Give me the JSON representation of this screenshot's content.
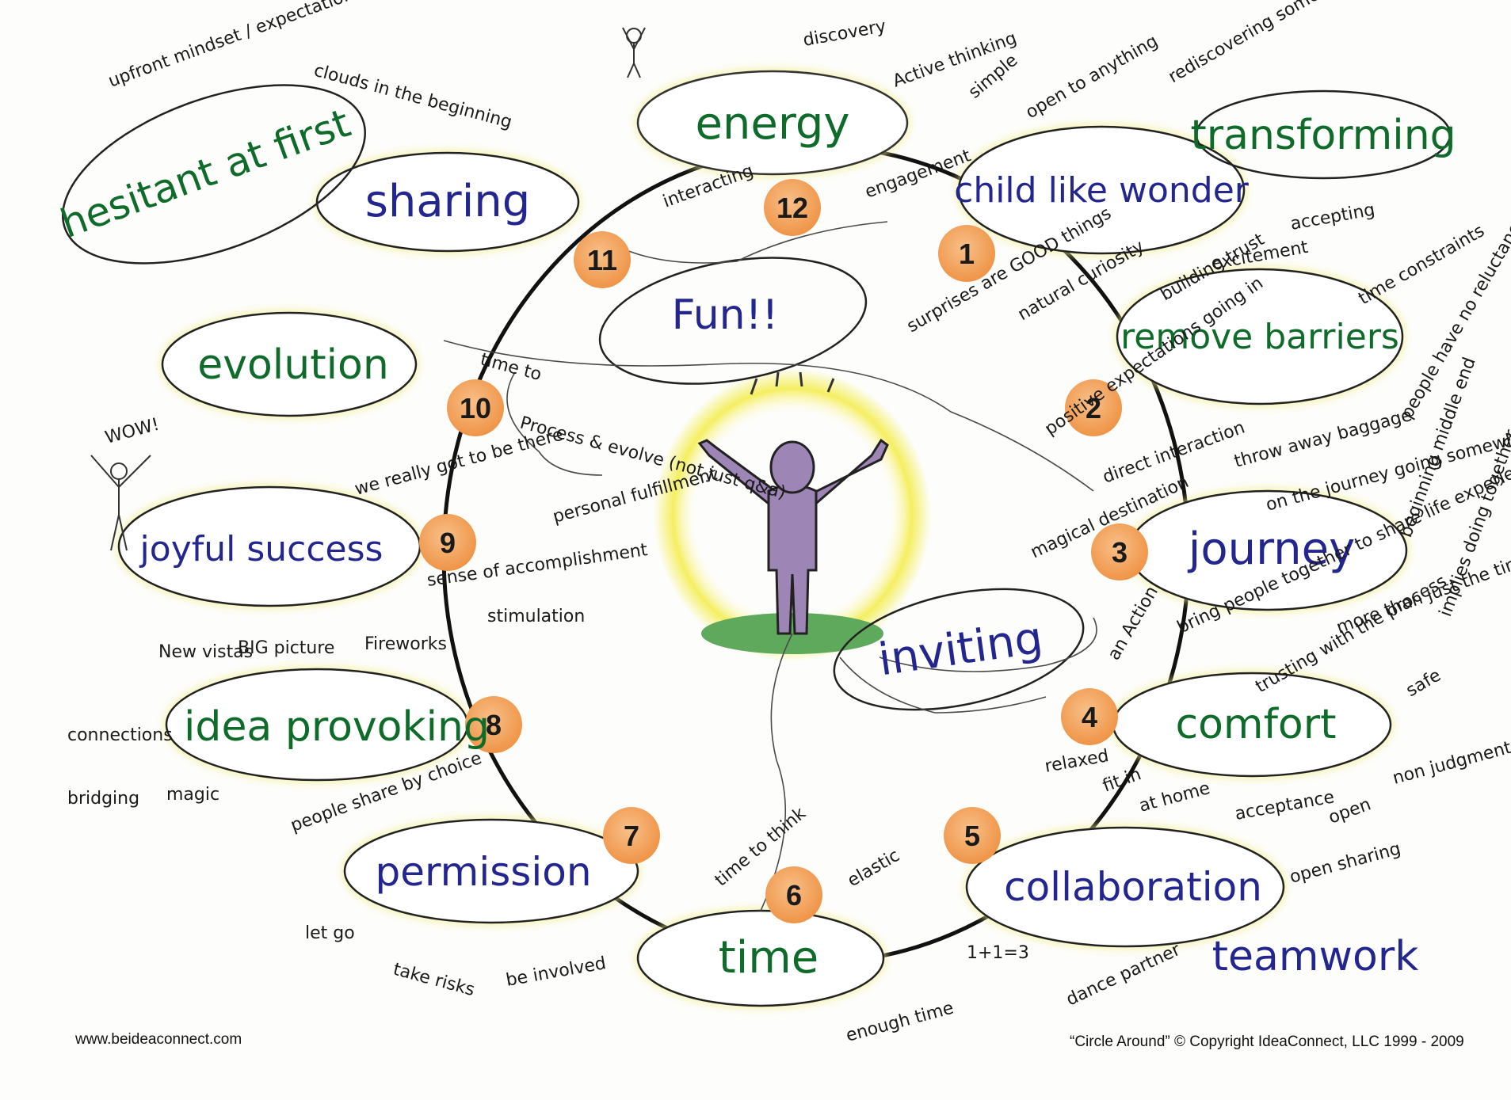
{
  "colors": {
    "ring": "#111111",
    "ellipse_glow": "#f3ef8c",
    "number_badge": "#f2a35c",
    "figure": "#9d86b5",
    "halo": "#f4ee58",
    "green_text": "#0e6b2a",
    "blue_text": "#23268f"
  },
  "figure": {
    "icon": "person-arms-raised-icon"
  },
  "center": {
    "label": "Fun!!"
  },
  "steps": [
    {
      "number": "12",
      "label": "energy"
    },
    {
      "number": "1",
      "label": "child like wonder"
    },
    {
      "number": "2",
      "label": "remove barriers"
    },
    {
      "number": "3",
      "label": "journey"
    },
    {
      "number": "4",
      "label": "comfort"
    },
    {
      "number": "5",
      "label": "collaboration"
    },
    {
      "number": "6",
      "label": "time"
    },
    {
      "number": "7",
      "label": "permission"
    },
    {
      "number": "8",
      "label": "idea provoking"
    },
    {
      "number": "9",
      "label": "joyful success"
    },
    {
      "number": "10",
      "label": "evolution"
    },
    {
      "number": "11",
      "label": "sharing"
    }
  ],
  "big_notes": {
    "hesitant": "hesitant at first",
    "transforming": "transforming",
    "inviting": "inviting",
    "teamwork": "teamwork"
  },
  "notes": {
    "upfront": "upfront mindset / expectation",
    "clouds": "clouds in the beginning",
    "discovery": "discovery",
    "active": "Active thinking",
    "simple": "simple",
    "interacting": "interacting",
    "engagement": "engagement",
    "open_to": "open to anything",
    "rediscovering": "rediscovering something lost",
    "accepting": "accepting",
    "excitement": "excitement",
    "surprises": "surprises are GOOD things",
    "natural": "natural curiosity",
    "building": "building trust",
    "time_constraints": "time constraints",
    "people_have": "people have no reluctance to commit",
    "positive": "positive expectations going in",
    "direct": "direct interaction",
    "throw": "throw away baggage",
    "magical": "magical destination",
    "on_the": "on the journey going somewhere",
    "beginning": "beginning middle end",
    "implies": "implies doing together",
    "bring": "bring people together to share life experiences",
    "an_action": "an Action",
    "more_than": "more than just the time with consumers",
    "trusting": "trusting with the process",
    "safe": "safe",
    "non": "non judgmental",
    "relaxed": "relaxed",
    "at_home": "at home",
    "acceptance": "acceptance",
    "open": "open",
    "fit_in": "fit in",
    "open_sharing": "open sharing",
    "one": "1+1=3",
    "dance": "dance partner",
    "elastic": "elastic",
    "time_to_think": "time to think",
    "enough": "enough time",
    "people_share": "people share by choice",
    "let_go": "let go",
    "take": "take risks",
    "be_involved": "be involved",
    "connections": "connections",
    "bridging": "bridging",
    "magic": "magic",
    "new_vistas": "New vistas",
    "big": "BIG picture",
    "fireworks": "Fireworks",
    "stimulation": "stimulation",
    "sense": "sense of accomplishment",
    "personal": "personal fulfillment",
    "we_really": "we really got to be there",
    "wow": "WOW!",
    "time_to": "time to",
    "process": "Process & evolve (not just q&a)"
  },
  "footer": {
    "website": "www.beideaconnect.com",
    "copyright": "“Circle Around” © Copyright IdeaConnect, LLC 1999 - 2009"
  }
}
